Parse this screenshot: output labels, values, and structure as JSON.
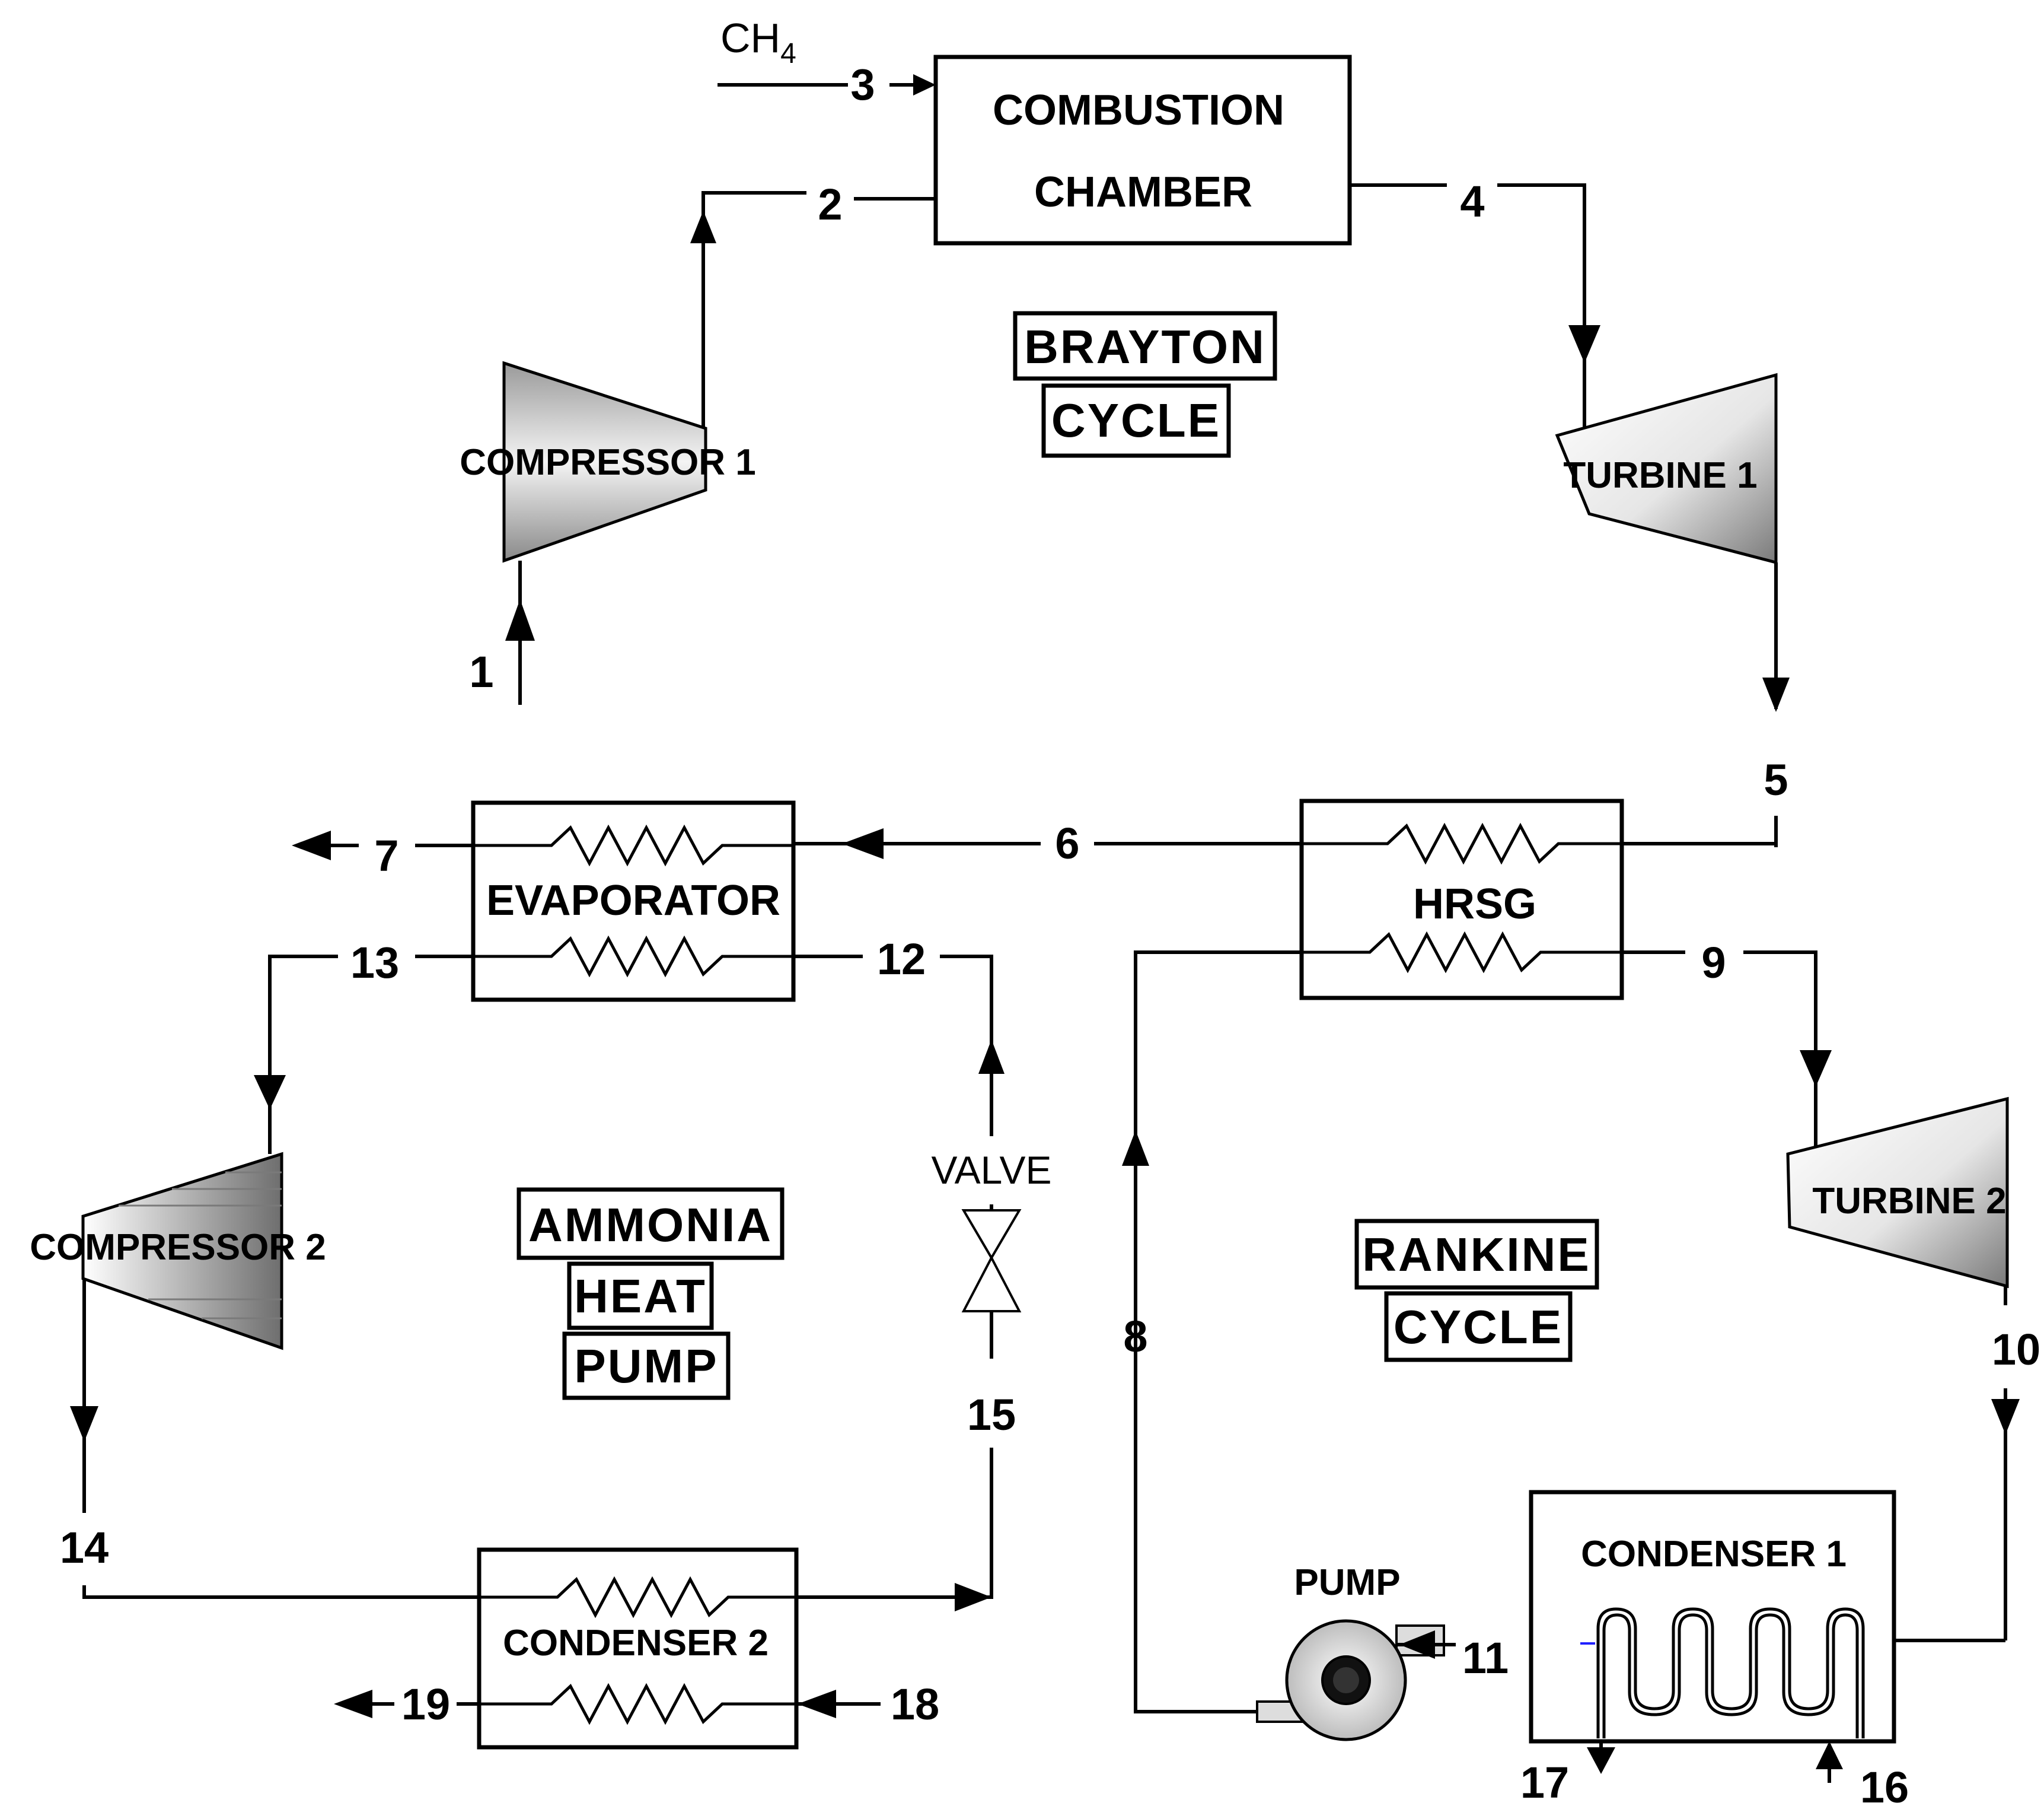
{
  "components": {
    "combustion_chamber": [
      "COMBUSTION",
      "CHAMBER"
    ],
    "compressor_1": "COMPRESSOR 1",
    "compressor_2": "COMPRESSOR 2",
    "turbine_1": "TURBINE 1",
    "turbine_2": "TURBINE 2",
    "hrsg": "HRSG",
    "evaporator": "EVAPORATOR",
    "condenser_1": "CONDENSER 1",
    "condenser_2": "CONDENSER 2",
    "valve": "VALVE",
    "pump": "PUMP"
  },
  "cycles": {
    "brayton": [
      "BRAYTON",
      "CYCLE"
    ],
    "rankine": [
      "RANKINE",
      "CYCLE"
    ],
    "ammonia": [
      "AMMONIA",
      "HEAT",
      "PUMP"
    ]
  },
  "fuel": {
    "base": "CH",
    "subscript": "4"
  },
  "states": [
    "1",
    "2",
    "3",
    "4",
    "5",
    "6",
    "7",
    "8",
    "9",
    "10",
    "11",
    "12",
    "13",
    "14",
    "15",
    "16",
    "17",
    "18",
    "19"
  ]
}
